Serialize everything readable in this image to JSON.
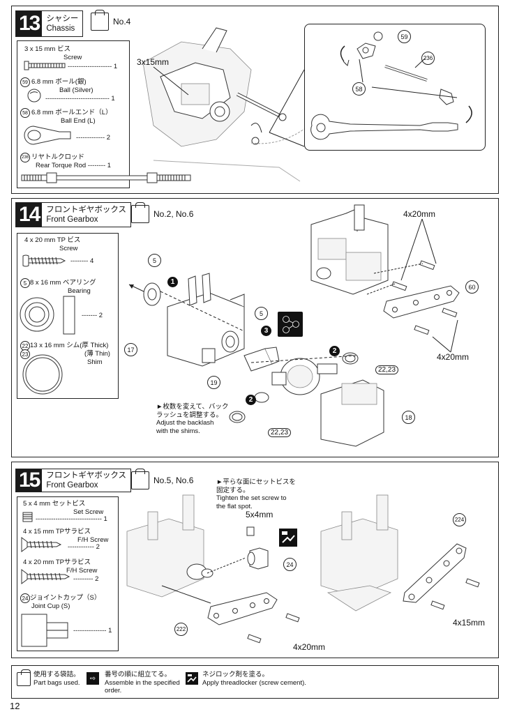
{
  "step13": {
    "number": "13",
    "title_jp": "シャシー",
    "title_en": "Chassis",
    "bag": "No.4",
    "parts": [
      {
        "name_jp": "3 x 15 mm ビス",
        "name_en": "Screw",
        "qty": "1"
      },
      {
        "ref": "59",
        "name_jp": "6.8 mm ボール(銀)",
        "name_en": "Ball (Silver)",
        "qty": "1"
      },
      {
        "ref": "58",
        "name_jp": "6.8 mm ボールエンド（L）",
        "name_en": "Ball End (L)",
        "qty": "2"
      },
      {
        "ref": "236",
        "name_jp": "リヤトルクロッド",
        "name_en": "Rear Torque Rod",
        "qty": "1"
      }
    ],
    "label_screw": "3x15mm",
    "ref_59": "59",
    "ref_236": "236",
    "ref_58": "58"
  },
  "step14": {
    "number": "14",
    "title_jp": "フロントギヤボックス",
    "title_en": "Front Gearbox",
    "bag": "No.2, No.6",
    "parts": [
      {
        "name_jp": "4 x 20 mm TP ビス",
        "name_en": "Screw",
        "qty": "4"
      },
      {
        "ref": "5",
        "name_jp": "8 x 16 mm ベアリング",
        "name_en": "Bearing",
        "qty": "2"
      },
      {
        "ref": "22",
        "ref2": "23",
        "name_jp": "13 x 16 mm シム(厚 Thick)",
        "name_jp2": "(薄 Thin)",
        "name_en": "Shim"
      }
    ],
    "label_screw_top": "4x20mm",
    "label_screw_bottom": "4x20mm",
    "ref_5a": "5",
    "ref_5b": "5",
    "ref_17": "17",
    "ref_18": "18",
    "ref_19": "19",
    "ref_60": "60",
    "ref_2223a": "22,23",
    "ref_2223b": "22,23",
    "order_1": "1",
    "order_2a": "2",
    "order_2b": "2",
    "order_3": "3",
    "note_jp": "►枚数を変えて、バック\nラッシュを調整する。",
    "note_en": "Adjust the backlash\nwith the shims."
  },
  "step15": {
    "number": "15",
    "title_jp": "フロントギヤボックス",
    "title_en": "Front Gearbox",
    "bag": "No.5, No.6",
    "parts": [
      {
        "name_jp": "5 x 4 mm セットビス",
        "name_en": "Set Screw",
        "qty": "1"
      },
      {
        "name_jp": "4 x 15 mm TPサラビス",
        "name_en": "F/H Screw",
        "qty": "2"
      },
      {
        "name_jp": "4 x 20 mm TPサラビス",
        "name_en": "F/H Screw",
        "qty": "2"
      },
      {
        "ref": "24",
        "name_jp": "ジョイントカップ（S）",
        "name_en": "Joint Cup (S)",
        "qty": "1"
      }
    ],
    "note_jp": "►平らな面にセットビスを\n固定する。",
    "note_en": "Tighten the set screw to\nthe flat spot.",
    "label_setscrew": "5x4mm",
    "label_4x15": "4x15mm",
    "label_4x20": "4x20mm",
    "ref_24": "24",
    "ref_222": "222",
    "ref_224": "224"
  },
  "legend": {
    "bag_jp": "使用する袋詰。",
    "bag_en": "Part bags used.",
    "order_jp": "番号の順に組立てる。",
    "order_en": "Assemble in the specified\norder.",
    "lock_jp": "ネジロック剤を塗る。",
    "lock_en": "Apply threadlocker (screw cement)."
  },
  "page_number": "12"
}
